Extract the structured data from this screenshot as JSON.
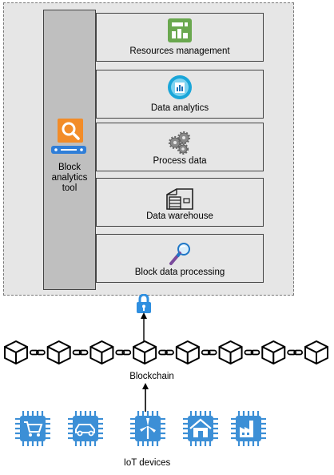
{
  "tool": {
    "label_lines": [
      "Block",
      "analytics",
      "tool"
    ]
  },
  "layers": [
    {
      "label": "Resources management",
      "icon": "resources-management-icon"
    },
    {
      "label": "Data analytics",
      "icon": "data-analytics-icon"
    },
    {
      "label": "Process data",
      "icon": "gears-icon"
    },
    {
      "label": "Data warehouse",
      "icon": "warehouse-icon"
    },
    {
      "label": "Block data processing",
      "icon": "magnifier-icon"
    }
  ],
  "blockchain": {
    "label": "Blockchain",
    "block_count": 8
  },
  "iot": {
    "label": "IoT devices",
    "devices": [
      "shopping-cart-chip-icon",
      "car-chip-icon",
      "wind-turbine-chip-icon",
      "house-chip-icon",
      "factory-chip-icon"
    ]
  },
  "colors": {
    "panel_bg": "#e6e6e6",
    "tool_bg": "#bfbfbf",
    "chip_blue": "#3c8fd6",
    "search_orange": "#f28c28",
    "green": "#6aa84f",
    "lock_blue": "#2f8fe0"
  }
}
